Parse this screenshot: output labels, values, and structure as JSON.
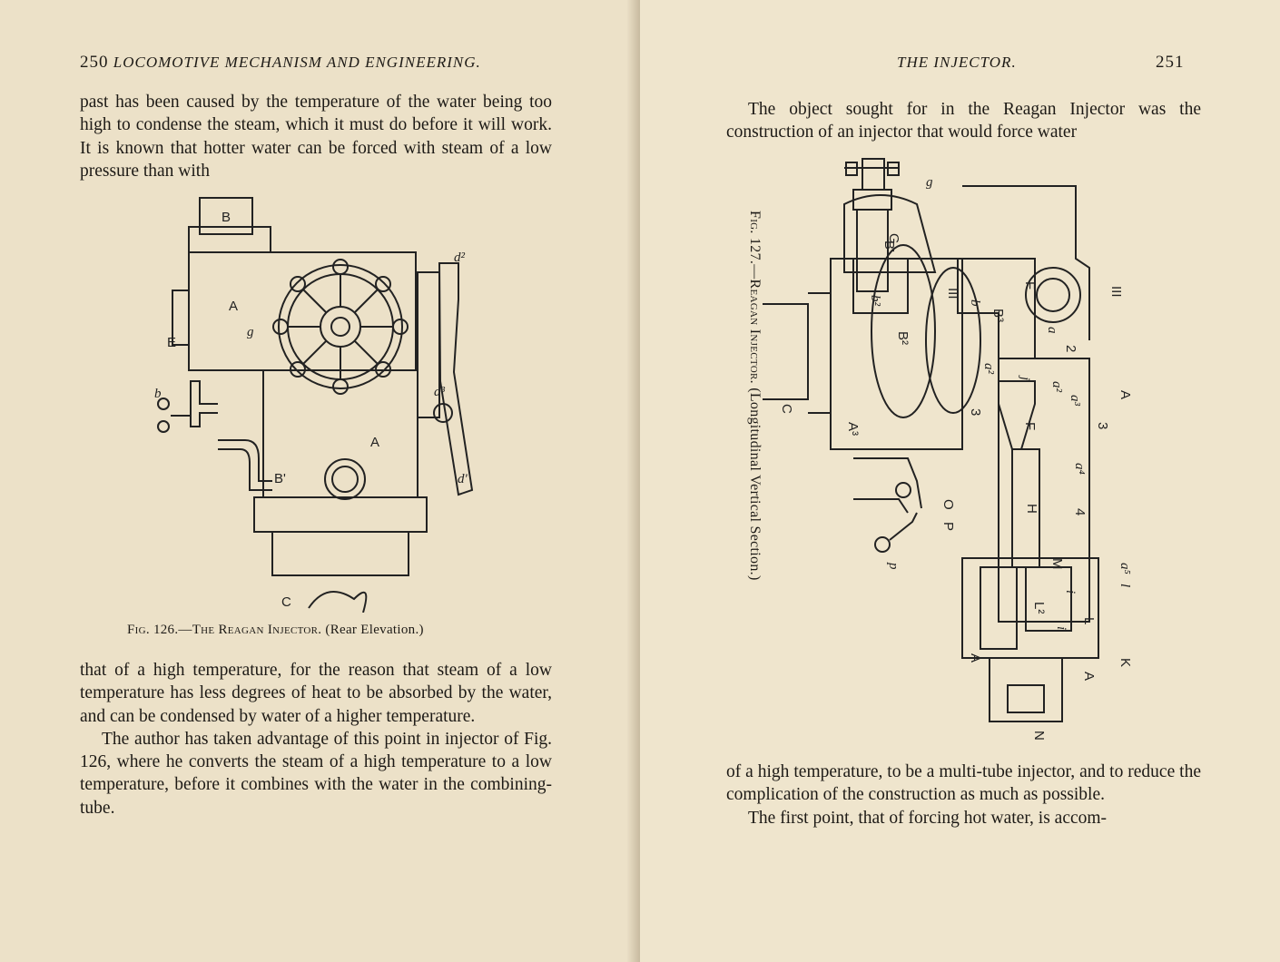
{
  "left_page": {
    "page_number": "250",
    "running_title": "LOCOMOTIVE MECHANISM AND ENGINEERING.",
    "top_paragraph": "past has been caused by the temperature of the water being too high to condense the steam, which it must do before it will work.  It is known that hotter water can be forced with steam of a low pressure than with",
    "figure_caption_prefix": "Fig. 126.—The Reagan Injector.",
    "figure_caption_suffix": "(Rear Elevation.)",
    "figure_labels": [
      "B",
      "A",
      "g",
      "E",
      "d²",
      "d³",
      "A",
      "d'",
      "B'",
      "C",
      "b"
    ],
    "bottom_paragraph_1": "that of a high temperature, for the reason that steam of a low temperature has less degrees of heat to be absorbed by the water, and can be condensed by water of a higher temperature.",
    "bottom_paragraph_2": "The author has taken advantage of this point in injector of Fig. 126, where he converts the steam of a high temperature to a low temperature, before it combines with the water in the combining-tube."
  },
  "right_page": {
    "page_number": "251",
    "running_title": "THE INJECTOR.",
    "top_paragraph": "The object sought for in the Reagan Injector was the construction of an injector that would force water",
    "figure_caption_prefix": "Fig. 127.—Reagan Injector.",
    "figure_caption_suffix": "(Longitudinal Vertical Section.)",
    "figure_labels": [
      "g",
      "G",
      "B'",
      "F",
      "III",
      "b²",
      "III",
      "b",
      "B³",
      "a",
      "B²",
      "2",
      "a²",
      "j",
      "A",
      "C",
      "A³",
      "3",
      "a²",
      "a³",
      "F",
      "3",
      "a⁴",
      "O",
      "P",
      "H",
      "4",
      "p",
      "M",
      "a⁵",
      "l",
      "i",
      "L²",
      "L",
      "i",
      "A",
      "K",
      "A",
      "N"
    ],
    "bottom_paragraph_1": "of a high temperature, to be a multi-tube injector, and to reduce the complication of the construction as much as possible.",
    "bottom_paragraph_2": "The first point, that of forcing hot water, is accom-"
  },
  "colors": {
    "paper_left": "#ece1c8",
    "paper_right": "#efe5cd",
    "ink": "#1d1a16"
  }
}
